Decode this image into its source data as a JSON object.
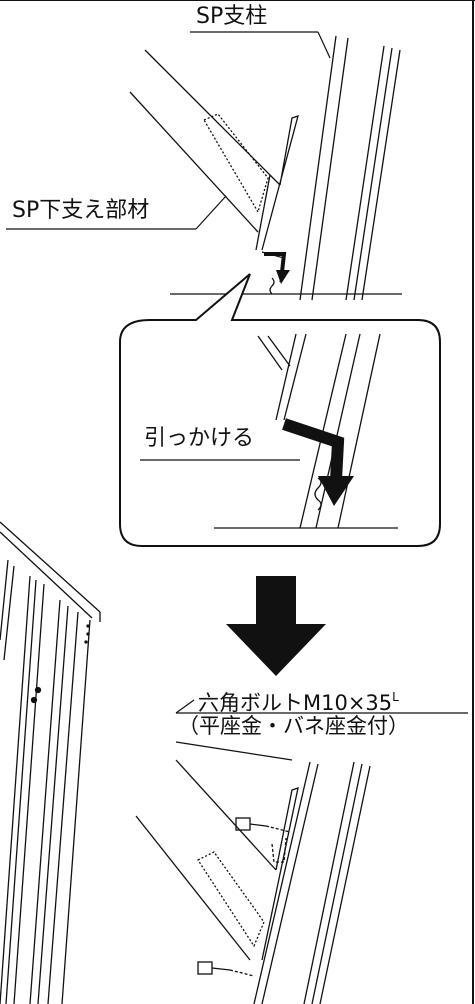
{
  "labels": {
    "sp_post": "SP支柱",
    "sp_under_support": "SP下支え部材",
    "hook_on": "引っかける",
    "bolt_text": "六角ボルトM10×35",
    "bolt_super": "L",
    "washers": "（平座金・バネ座金付）"
  },
  "colors": {
    "line": "#111111",
    "background": "#ffffff",
    "arrow": "#111111"
  }
}
